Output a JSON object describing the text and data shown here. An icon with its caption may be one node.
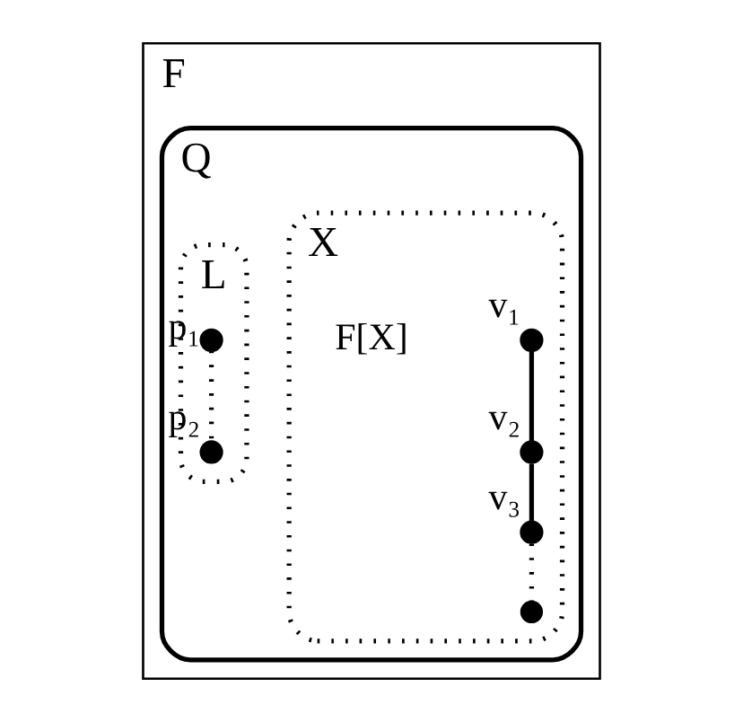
{
  "diagram": {
    "nodes": [
      {
        "text": [
          "F"
        ]
      },
      {
        "text": [
          "Q"
        ],
        "in": 0
      },
      {
        "text": [
          "X"
        ],
        "in": 1
      },
      {
        "text": [
          "v₁"
        ],
        "in": 2
      },
      {
        "text": [
          "v₂"
        ],
        "in": 2
      },
      {
        "text": [
          "v₃"
        ],
        "in": 2
      },
      {
        "text": [],
        "shape": "circle",
        "in": 2
      },
      {
        "text": [
          "L"
        ],
        "in": 1
      },
      {
        "text": [
          "p₁"
        ],
        "in": 7
      },
      {
        "text": [
          "p₂"
        ],
        "in": 7
      }
    ],
    "edges": [
      {
        "from": 3,
        "to": 4,
        "arrow": "none"
      },
      {
        "from": 4,
        "to": 5,
        "arrow": "none"
      },
      {
        "from": 5,
        "to": 6,
        "arrow": "none",
        "style": "dashed"
      },
      {
        "from": 8,
        "to": 9,
        "arrow": "none",
        "style": "dashed"
      }
    ],
    "labels": [
      "F[X]"
    ]
  }
}
